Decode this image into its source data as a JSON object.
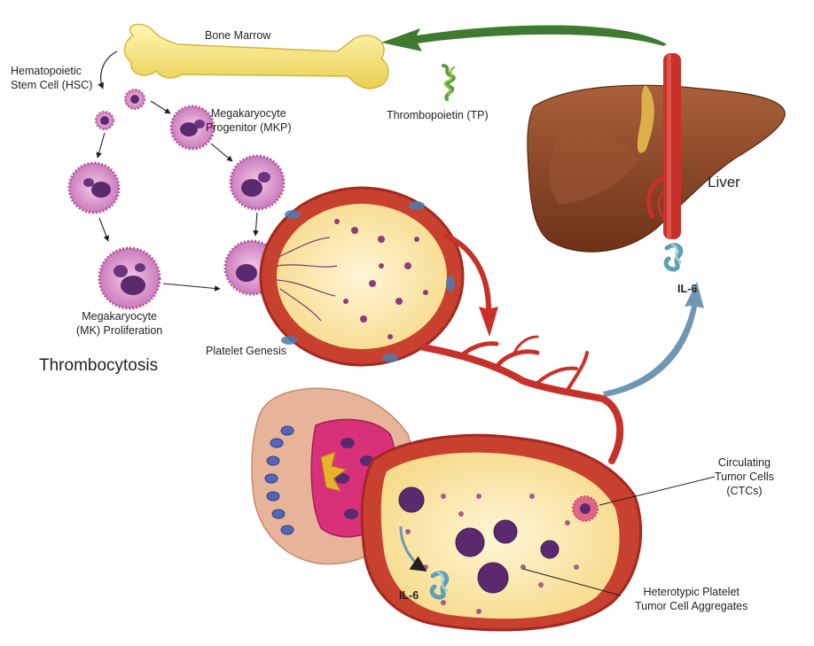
{
  "labels": {
    "bone_marrow": "Bone Marrow",
    "hsc": [
      "Hematopoietic",
      "Stem Cell (HSC)"
    ],
    "mkp": [
      "Megakaryocyte",
      "Progenitor (MKP)"
    ],
    "thrombopoietin": "Thrombopoietin (TP)",
    "liver": "Liver",
    "il6_liver": "IL-6",
    "mk_proliferation": [
      "Megakaryocyte",
      "(MK) Proliferation"
    ],
    "thrombocytosis": "Thrombocytosis",
    "platelet_genesis": "Platelet Genesis",
    "ctcs": [
      "Circulating",
      "Tumor Cells",
      "(CTCs)"
    ],
    "aggregates": [
      "Heterotypic Platelet",
      "Tumor Cell Aggregates"
    ],
    "il6_tumor": "IL-6"
  },
  "colors": {
    "bone": "#f3e27a",
    "liver": "#8a4a2a",
    "vessel": "#c8312a",
    "tp_arrow": "#3e7a2f",
    "il6_arrow": "#6f97b4",
    "cell": "#c67bb8",
    "nucleus": "#5b2a6e",
    "tumor_pink": "#d9307a",
    "aggregate_lumen": "#fbeaa6"
  }
}
